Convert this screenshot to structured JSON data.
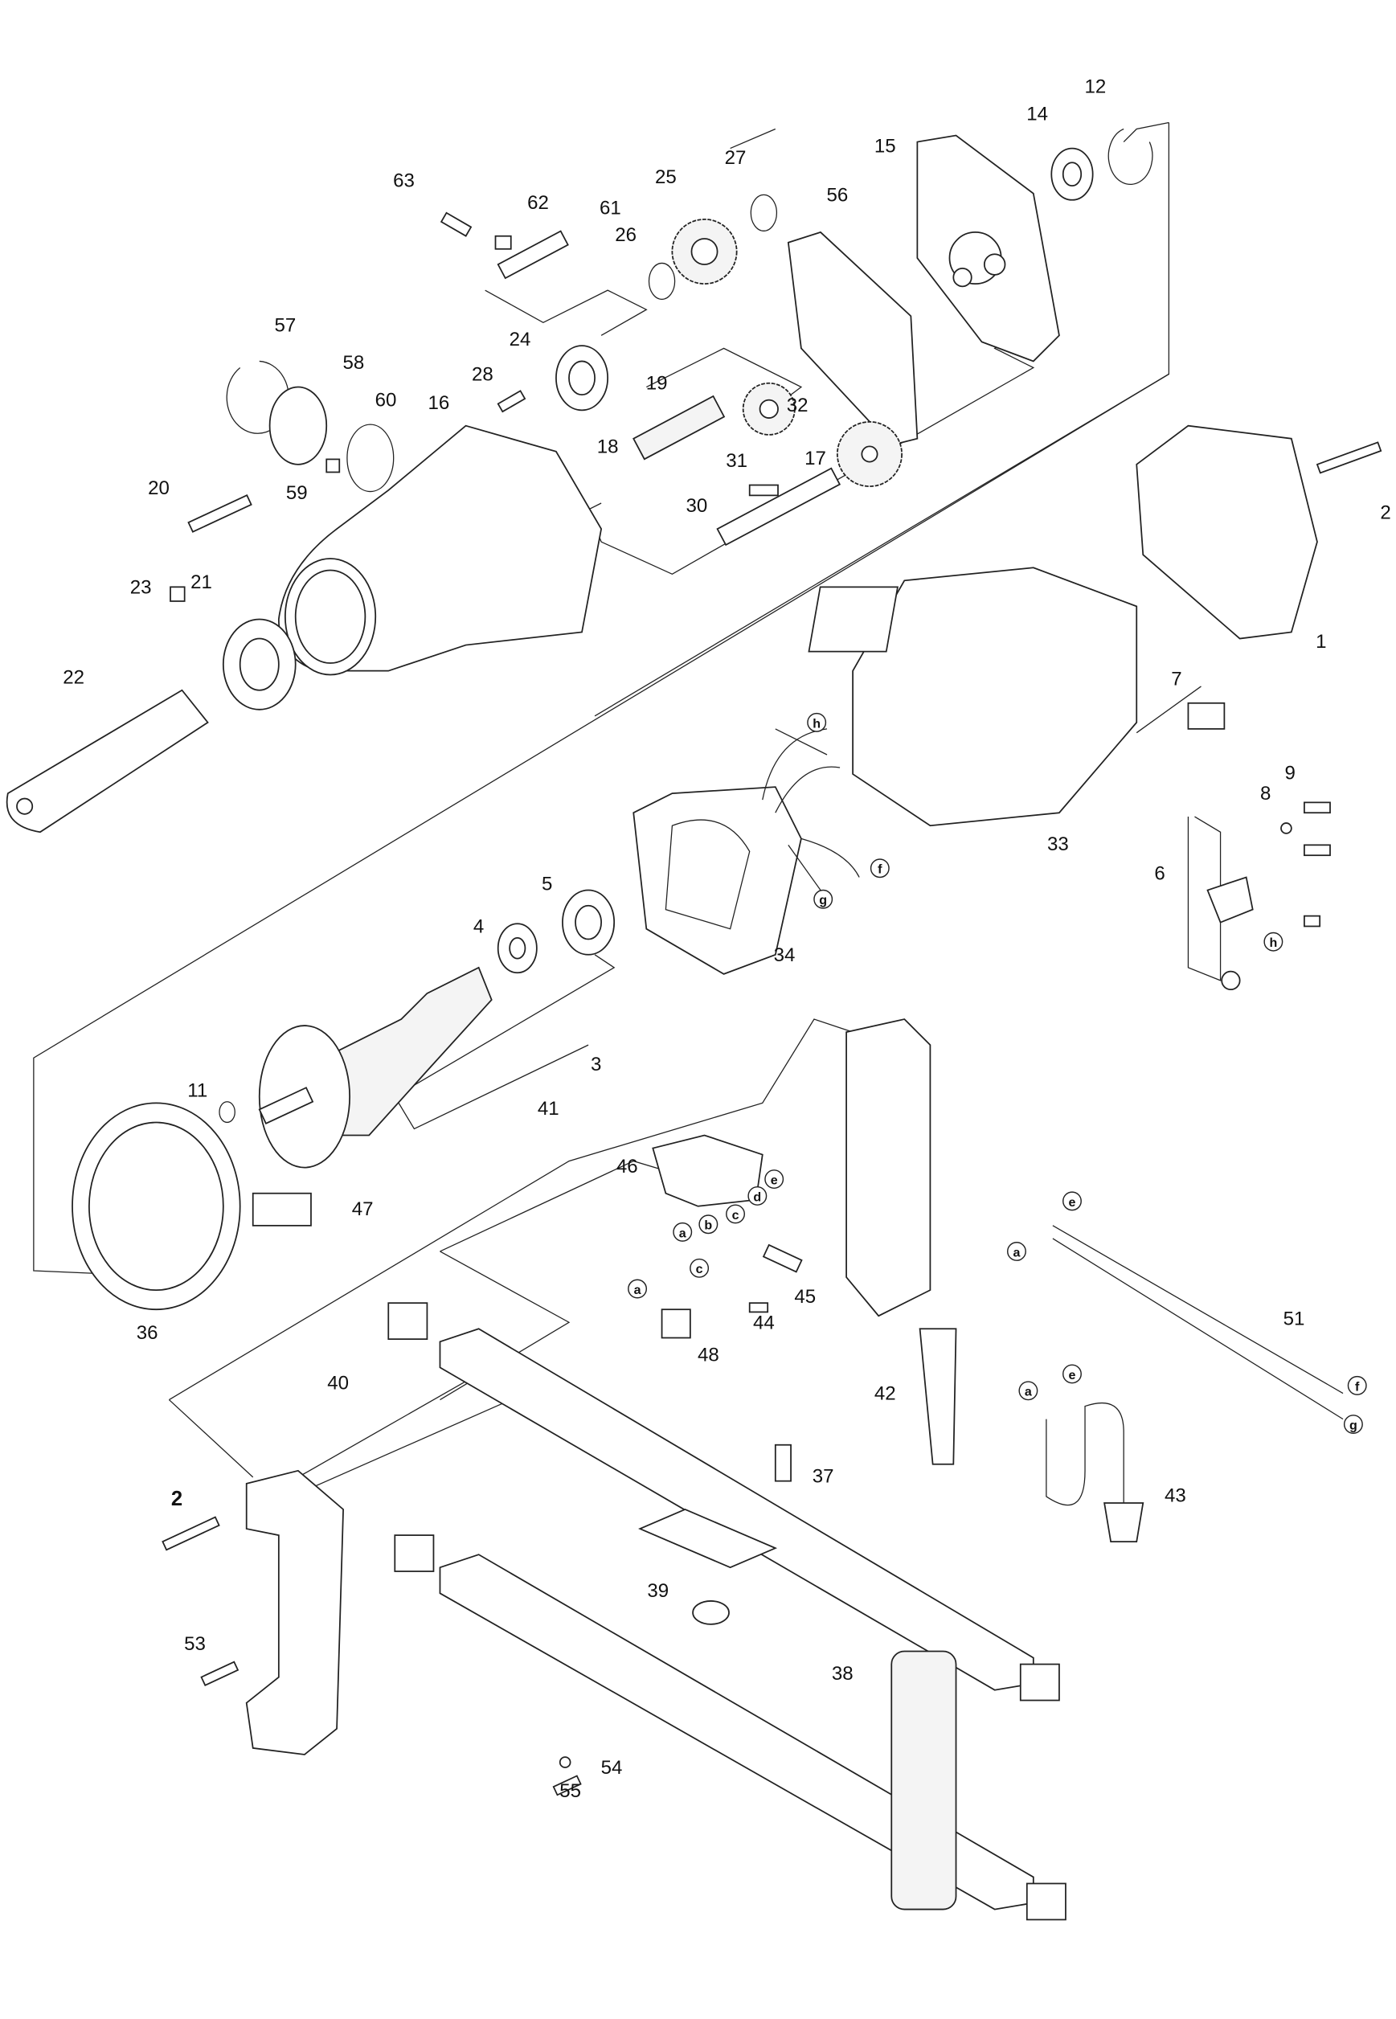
{
  "diagram": {
    "part_numbers": [
      "1",
      "2",
      "3",
      "4",
      "5",
      "6",
      "7",
      "8",
      "9",
      "11",
      "12",
      "14",
      "15",
      "16",
      "17",
      "18",
      "19",
      "20",
      "21",
      "22",
      "23",
      "24",
      "25",
      "26",
      "27",
      "28",
      "30",
      "31",
      "32",
      "33",
      "34",
      "36",
      "37",
      "38",
      "39",
      "40",
      "41",
      "42",
      "43",
      "44",
      "45",
      "46",
      "47",
      "48",
      "51",
      "53",
      "54",
      "55",
      "56",
      "57",
      "58",
      "59",
      "60",
      "61",
      "62",
      "63"
    ],
    "bold_part_number": "2",
    "wire_letters": {
      "a": "a",
      "b": "b",
      "c": "c",
      "d": "d",
      "e": "e",
      "f": "f",
      "g": "g",
      "h": "h"
    }
  }
}
